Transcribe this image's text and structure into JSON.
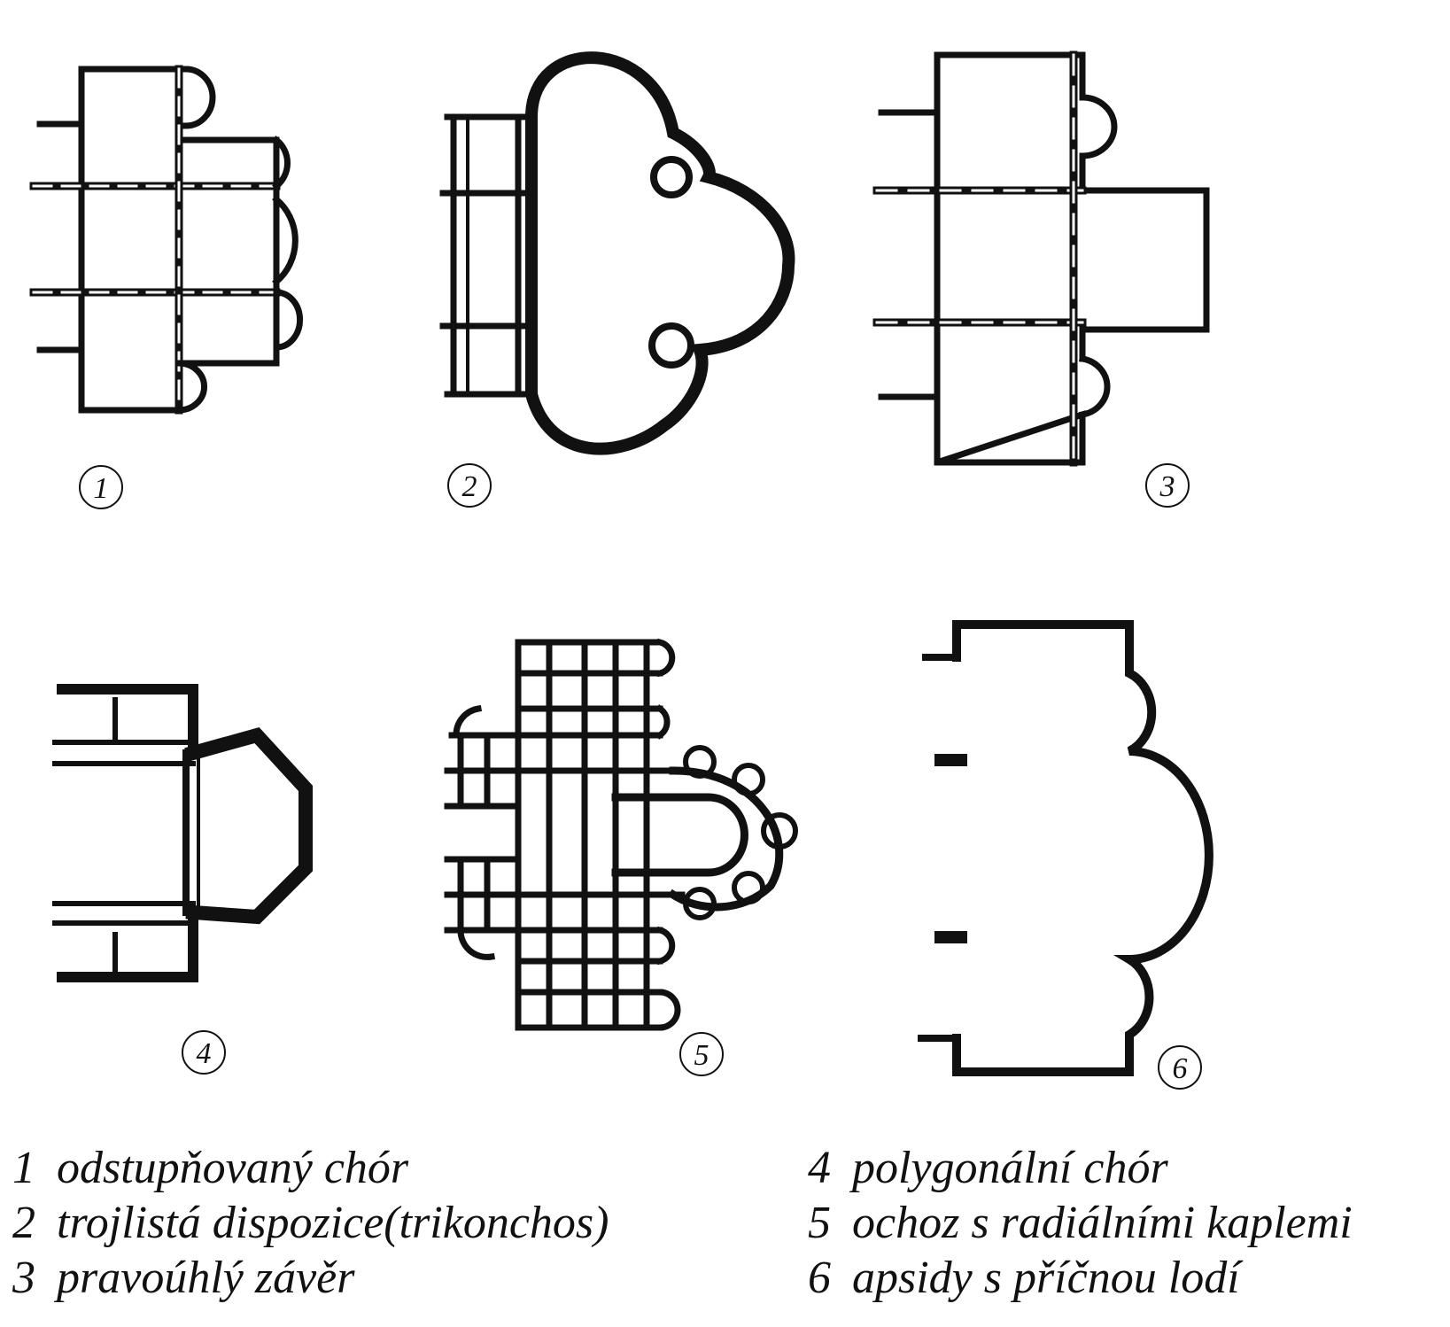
{
  "diagram": {
    "plans": [
      {
        "id": "1",
        "number_label": "1"
      },
      {
        "id": "2",
        "number_label": "2"
      },
      {
        "id": "3",
        "number_label": "3"
      },
      {
        "id": "4",
        "number_label": "4"
      },
      {
        "id": "5",
        "number_label": "5"
      },
      {
        "id": "6",
        "number_label": "6"
      }
    ],
    "legend": {
      "left": [
        {
          "num": "1",
          "text": "odstupňovaný chór"
        },
        {
          "num": "2",
          "text": "trojlistá dispozice(trikonchos)"
        },
        {
          "num": "3",
          "text": "pravoúhlý závěr"
        }
      ],
      "right": [
        {
          "num": "4",
          "text": "polygonální chór"
        },
        {
          "num": "5",
          "text": "ochoz s radiálními kaplemi"
        },
        {
          "num": "6",
          "text": "apsidy s příčnou lodí"
        }
      ]
    },
    "colors": {
      "ink": "#111111",
      "background": "#ffffff"
    }
  }
}
